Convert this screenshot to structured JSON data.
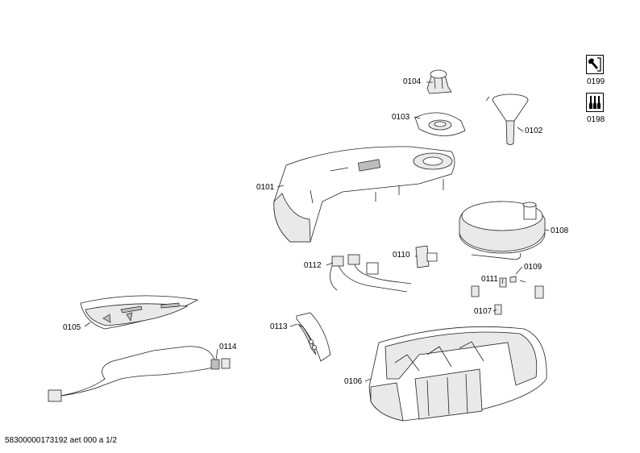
{
  "parts": [
    {
      "id": "0101"
    },
    {
      "id": "0102"
    },
    {
      "id": "0103"
    },
    {
      "id": "0104"
    },
    {
      "id": "0105"
    },
    {
      "id": "0106"
    },
    {
      "id": "0107"
    },
    {
      "id": "0108"
    },
    {
      "id": "0109"
    },
    {
      "id": "0110"
    },
    {
      "id": "0111"
    },
    {
      "id": "0112"
    },
    {
      "id": "0113"
    },
    {
      "id": "0114"
    }
  ],
  "side_icons": [
    {
      "id": "0199",
      "icon": "wrench-manual-icon"
    },
    {
      "id": "0198",
      "icon": "tools-screwdrivers-icon"
    }
  ],
  "footer": "58300000173192 aet 000 a 1/2"
}
